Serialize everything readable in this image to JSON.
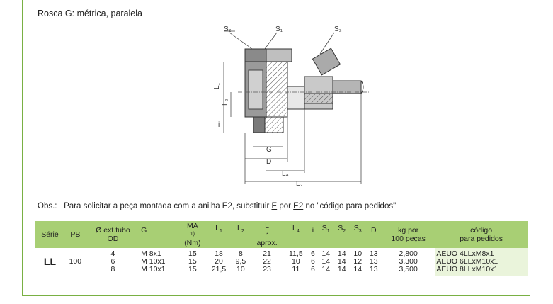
{
  "section_title": "Rosca G: métrica, paralela",
  "drawing": {
    "labels": {
      "s2": "S₂",
      "s1": "S₁",
      "s3": "S₃",
      "l1": "L₁",
      "l2": "L₂",
      "i": "i",
      "g": "G",
      "d": "D",
      "l4": "L₄",
      "l3": "L₃"
    }
  },
  "note": {
    "prefix": "Obs.:",
    "text_a": "Para solicitar a peça montada com a anilha E2, substituir ",
    "e": "E",
    "text_b": " por ",
    "e2": "E2",
    "text_c": " no \"código para pedidos\""
  },
  "table": {
    "headers": {
      "serie": "Série",
      "pb": "PB",
      "od_line1": "Ø ext.tubo",
      "od_line2": "OD",
      "g": "G",
      "ma": "MA",
      "ma_sup": "1)",
      "ma_unit": "(Nm)",
      "l1": "L",
      "l1_sub": "1",
      "l2": "L",
      "l2_sub": "2",
      "l3": "L",
      "l3_sub": "3",
      "l3_note": "aprox.",
      "l4": "L",
      "l4_sub": "4",
      "i": "i",
      "s1": "S",
      "s1_sub": "1",
      "s2": "S",
      "s2_sub": "2",
      "s3": "S",
      "s3_sub": "3",
      "d": "D",
      "kg_line1": "kg por",
      "kg_line2": "100 peças",
      "code_line1": "código",
      "code_line2": "para pedidos"
    },
    "serie": "LL",
    "pb": "100",
    "rows": [
      {
        "od": "4",
        "g": "M 8x1",
        "ma": "15",
        "l1": "18",
        "l2": "8",
        "l3": "21",
        "l4": "11,5",
        "i": "6",
        "s1": "14",
        "s2": "14",
        "s3": "10",
        "d": "13",
        "kg": "2,800",
        "code": "AEUO 4LLxM8x1"
      },
      {
        "od": "6",
        "g": "M 10x1",
        "ma": "15",
        "l1": "20",
        "l2": "9,5",
        "l3": "22",
        "l4": "10",
        "i": "6",
        "s1": "14",
        "s2": "14",
        "s3": "12",
        "d": "13",
        "kg": "3,300",
        "code": "AEUO 6LLxM10x1"
      },
      {
        "od": "8",
        "g": "M 10x1",
        "ma": "15",
        "l1": "21,5",
        "l2": "10",
        "l3": "23",
        "l4": "11",
        "i": "6",
        "s1": "14",
        "s2": "14",
        "s3": "14",
        "d": "13",
        "kg": "3,500",
        "code": "AEUO 8LLxM10x1"
      }
    ]
  },
  "colors": {
    "accent_green": "#79b043",
    "header_green": "#a8cf74",
    "code_bg": "#eaf4db"
  }
}
